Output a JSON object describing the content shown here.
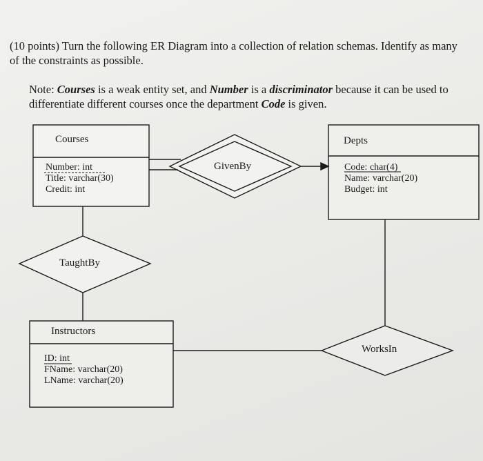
{
  "question": {
    "points": "(10 points)",
    "text": "Turn the following ER Diagram into a collection of relation schemas. Identify as many of the constraints as possible."
  },
  "note": {
    "lead": "Note: ",
    "courses": "Courses",
    "t1": " is a weak entity set, and ",
    "number": "Number",
    "t2": " is a ",
    "discriminator": "discriminator",
    "t3": " because it can be used to differentiate different courses once the department ",
    "code": "Code",
    "t4": " is given."
  },
  "diagram": {
    "courses": {
      "title": "Courses",
      "attributes": [
        "Number: int",
        "Title: varchar(30)",
        "Credit: int"
      ]
    },
    "depts": {
      "title": "Depts",
      "attributes": [
        "Code: char(4)",
        "Name: varchar(20)",
        "Budget: int"
      ]
    },
    "instructors": {
      "title": "Instructors",
      "attributes": [
        "ID: int",
        "FName: varchar(20)",
        "LName: varchar(20)"
      ]
    },
    "relationships": {
      "givenby": "GivenBy",
      "taughtby": "TaughtBy",
      "worksin": "WorksIn"
    }
  }
}
